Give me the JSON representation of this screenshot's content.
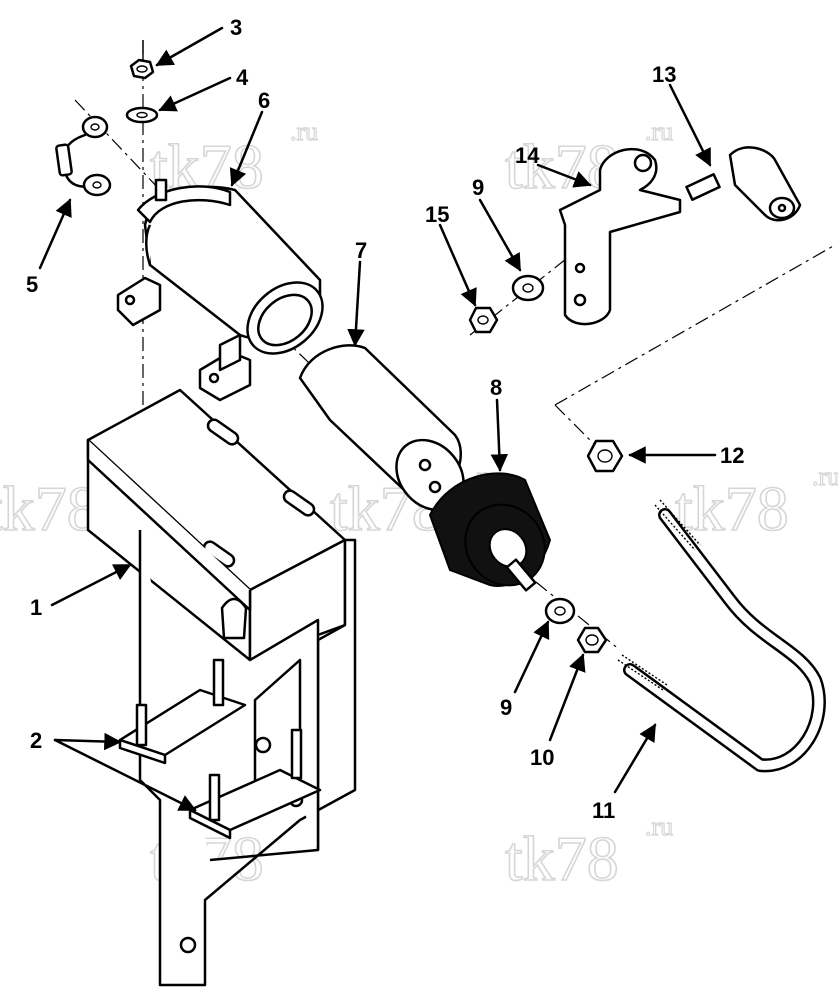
{
  "callouts": [
    {
      "id": "c1",
      "label": "1"
    },
    {
      "id": "c2",
      "label": "2"
    },
    {
      "id": "c3",
      "label": "3"
    },
    {
      "id": "c4",
      "label": "4"
    },
    {
      "id": "c5",
      "label": "5"
    },
    {
      "id": "c6",
      "label": "6"
    },
    {
      "id": "c7",
      "label": "7"
    },
    {
      "id": "c8",
      "label": "8"
    },
    {
      "id": "c9a",
      "label": "9"
    },
    {
      "id": "c9b",
      "label": "9"
    },
    {
      "id": "c10",
      "label": "10"
    },
    {
      "id": "c11",
      "label": "11"
    },
    {
      "id": "c12",
      "label": "12"
    },
    {
      "id": "c13",
      "label": "13"
    },
    {
      "id": "c14",
      "label": "14"
    },
    {
      "id": "c15",
      "label": "15"
    }
  ],
  "watermark": {
    "main": "tk78",
    "suffix": ".ru"
  },
  "colors": {
    "ink": "#000000",
    "watermark": "#d6d6d6",
    "background": "#ffffff"
  }
}
